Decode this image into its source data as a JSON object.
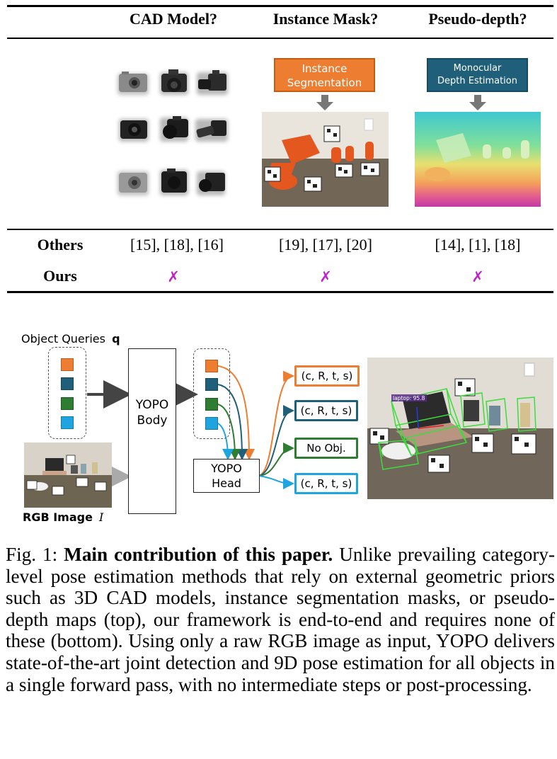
{
  "table": {
    "headers": [
      "CAD Model?",
      "Instance Mask?",
      "Pseudo-depth?"
    ],
    "boxes": {
      "instance_seg": [
        "Instance",
        "Segmentation"
      ],
      "depth_est": [
        "Monocular",
        "Depth Estimation"
      ]
    },
    "rows": [
      {
        "label": "Others",
        "cells": [
          "[15], [18], [16]",
          "[19], [17], [20]",
          "[14], [1], [18]"
        ]
      },
      {
        "label": "Ours",
        "cells": [
          "✗",
          "✗",
          "✗"
        ]
      }
    ]
  },
  "diagram": {
    "object_queries_label": "Object Queries",
    "object_queries_symbol": "q",
    "rgb_label": "RGB Image",
    "rgb_symbol": "I",
    "body_label": [
      "YOPO",
      "Body"
    ],
    "head_label": [
      "YOPO",
      "Head"
    ],
    "outputs": [
      "(c, R, t, s)",
      "(c, R, t, s)",
      "No Obj.",
      "(c, R, t, s)"
    ],
    "query_colors": [
      "#ed7d31",
      "#1f5f7a",
      "#2e7d32",
      "#1ea5e0"
    ],
    "detection_label": "laptop: 95.8"
  },
  "caption": {
    "prefix": "Fig. 1:",
    "bold": "Main contribution of this paper.",
    "body": "Unlike prevailing category-level pose estimation methods that rely on external geometric priors such as 3D CAD models, instance segmentation masks, or pseudo-depth maps (top), our framework is end-to-end and requires none of these (bottom). Using only a raw RGB image as input, YOPO delivers state-of-the-art joint detection and 9D pose estimation for all objects in a single forward pass, with no intermediate steps or post-processing."
  }
}
